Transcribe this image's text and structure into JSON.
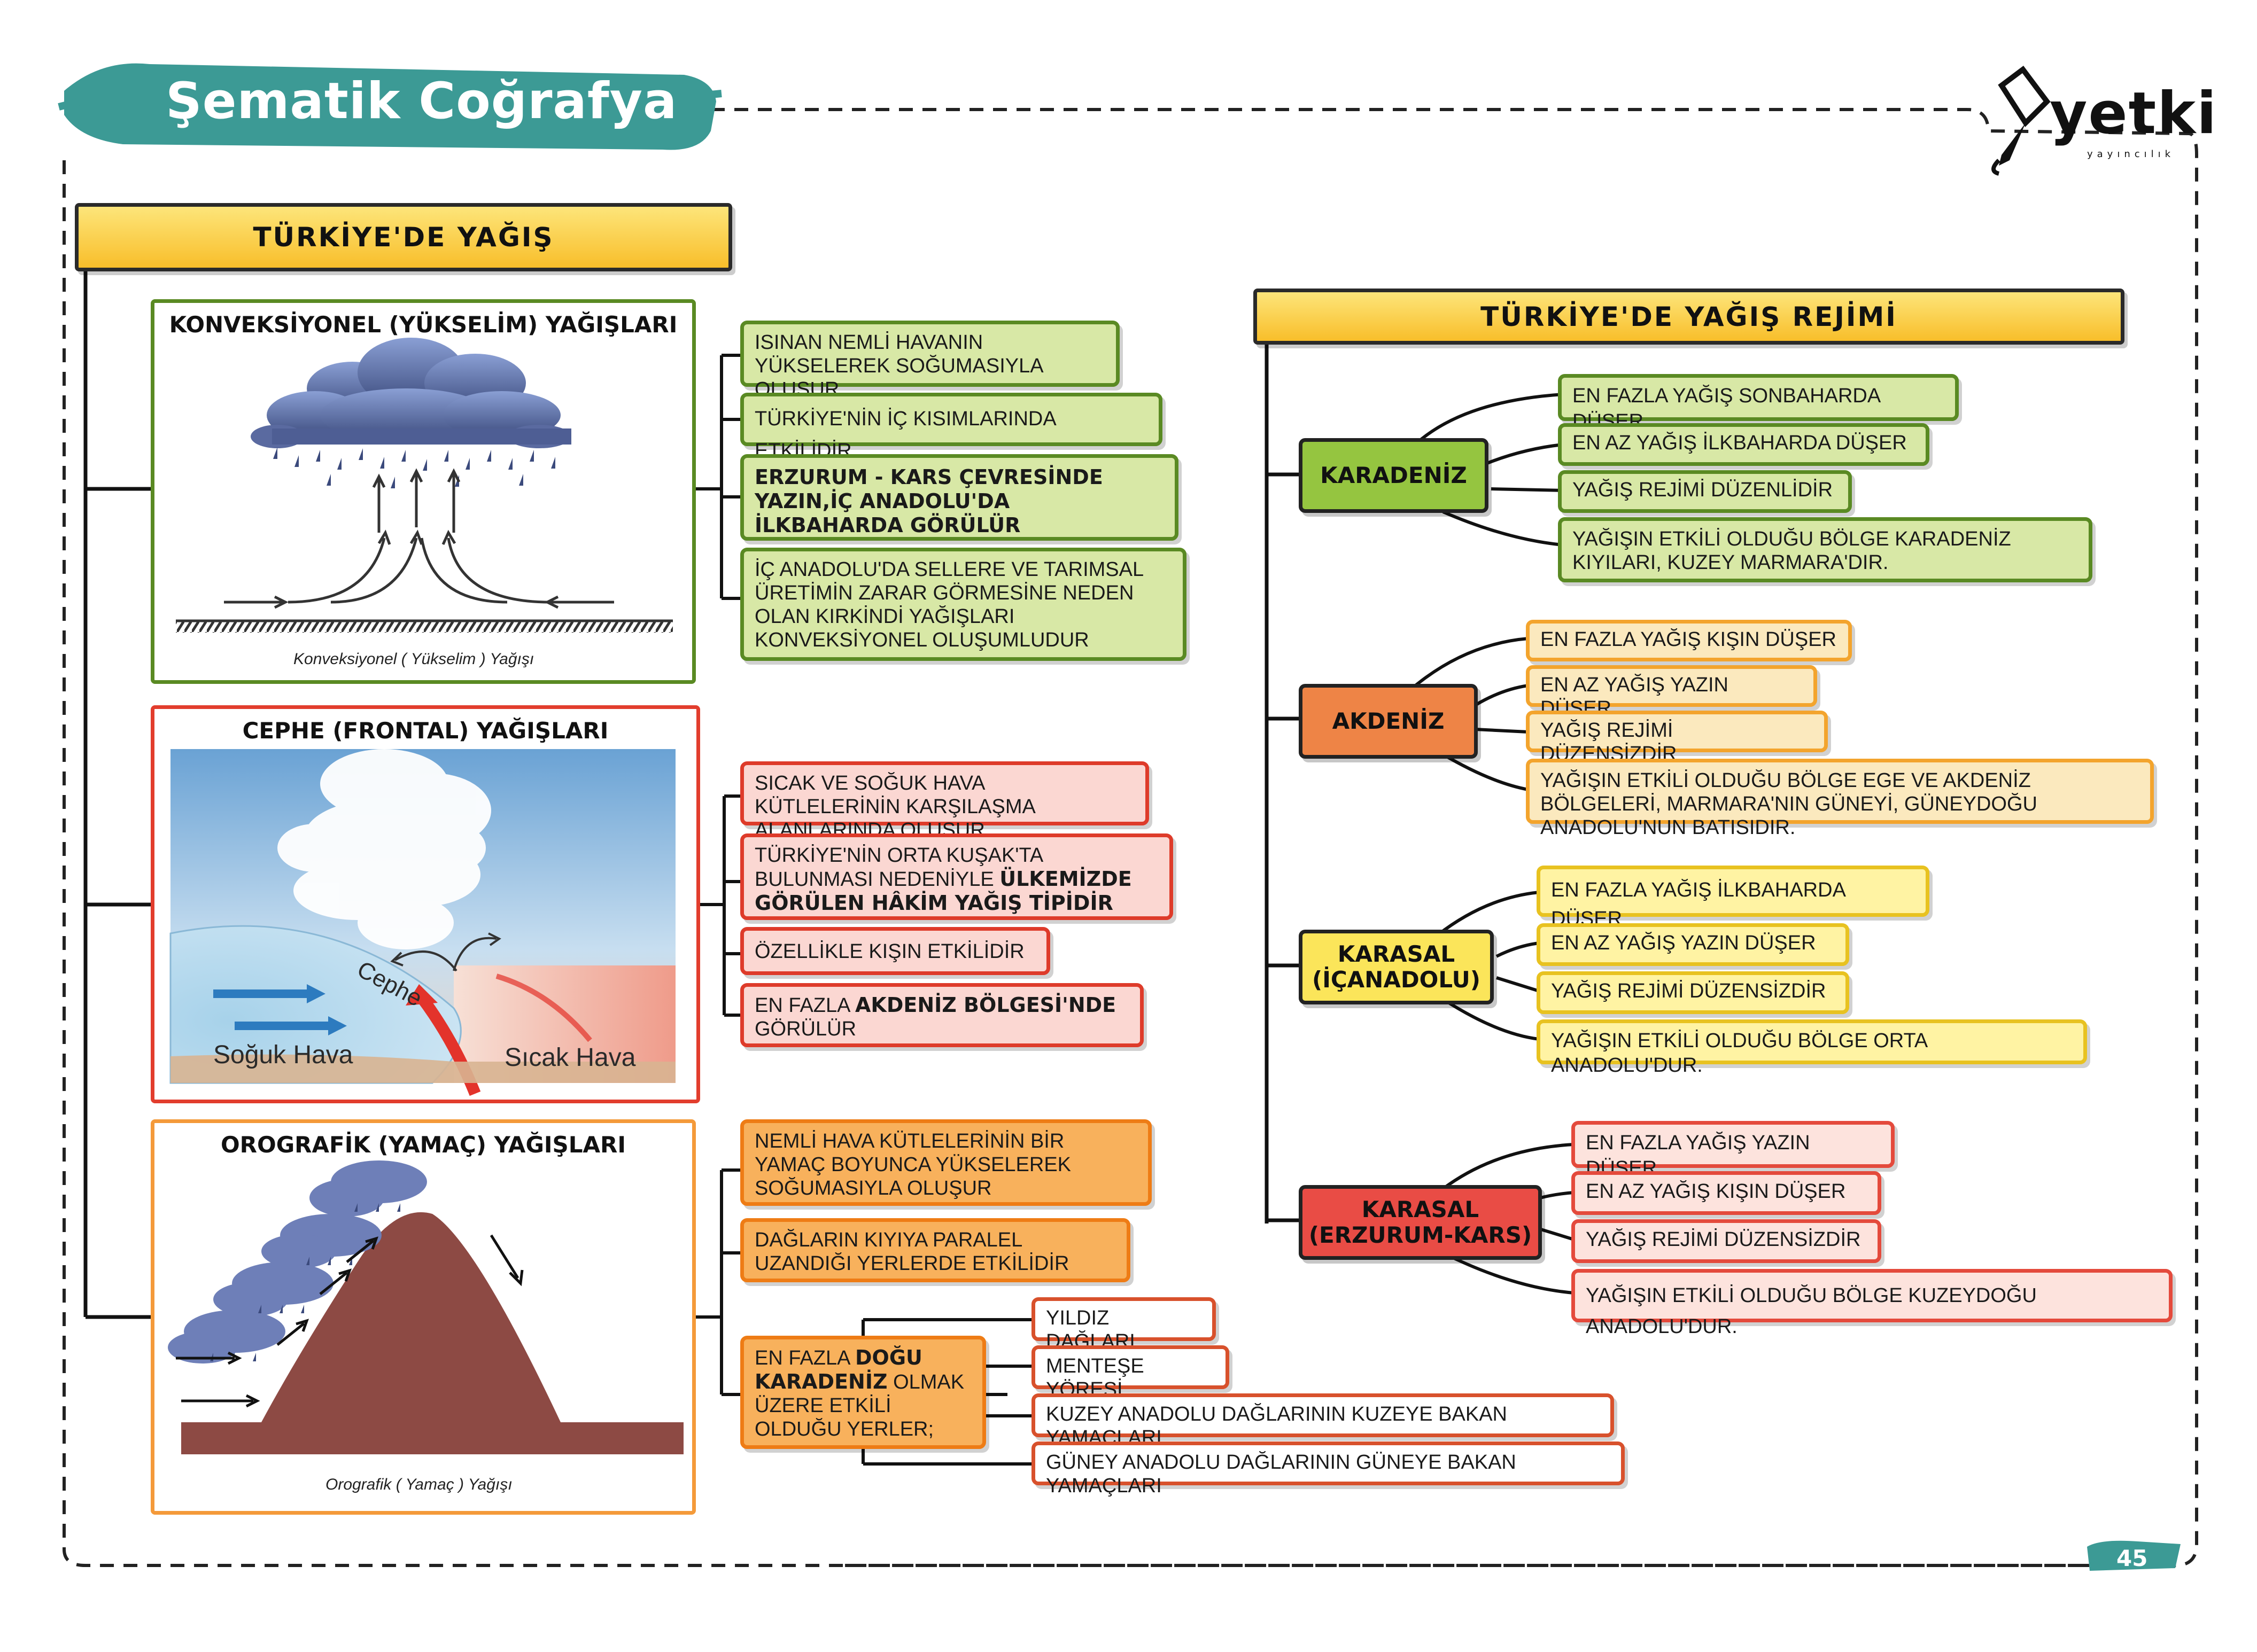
{
  "banner": {
    "title": "Şematik Coğrafya",
    "color": "#3c9a95"
  },
  "logo": {
    "name": "yetki",
    "sub": "yayıncılık"
  },
  "page_number": "45",
  "main_header": "TÜRKİYE'DE YAĞIŞ",
  "regime_header": "TÜRKİYE'DE YAĞIŞ REJİMİ",
  "convection": {
    "title": "KONVEKSİYONEL (YÜKSELİM) YAĞIŞLARI",
    "caption": "Konveksiyonel ( Yükselim ) Yağışı",
    "notes": [
      "ISINAN NEMLİ HAVANIN YÜKSELEREK SOĞUMASIYLA OLUŞUR",
      "TÜRKİYE'NİN İÇ KISIMLARINDA ETKİLİDİR",
      "ERZURUM - KARS ÇEVRESİNDE YAZIN,İÇ ANADOLU'DA İLKBAHARDA GÖRÜLÜR",
      "İÇ ANADOLU'DA SELLERE VE TARIMSAL ÜRETİMİN ZARAR GÖRMESİNE NEDEN OLAN KIRKİNDİ YAĞIŞLARI KONVEKSİYONEL OLUŞUMLUDUR"
    ]
  },
  "frontal": {
    "title": "CEPHE (FRONTAL) YAĞIŞLARI",
    "label_front": "Cephe",
    "label_cold": "Soğuk Hava",
    "label_warm": "Sıcak Hava",
    "note1": "SICAK VE SOĞUK HAVA KÜTLELERİNİN KARŞILAŞMA ALANLARINDA OLUŞUR",
    "note2_a": "TÜRKİYE'NİN ORTA KUŞAK'TA BULUNMASI NEDENİYLE ",
    "note2_b": "ÜLKEMİZDE GÖRÜLEN HÂKİM YAĞIŞ TİPİDİR",
    "note3": "ÖZELLİKLE KIŞIN ETKİLİDİR",
    "note4_a": "EN FAZLA ",
    "note4_b": "AKDENİZ BÖLGESİ'NDE",
    "note4_c": " GÖRÜLÜR"
  },
  "orographic": {
    "title": "OROGRAFİK (YAMAÇ) YAĞIŞLARI",
    "caption": "Orografik ( Yamaç ) Yağışı",
    "note1": "NEMLİ HAVA KÜTLELERİNİN BİR YAMAÇ BOYUNCA YÜKSELEREK SOĞUMASIYLA OLUŞUR",
    "note2": "DAĞLARIN KIYIYA PARALEL UZANDIĞI YERLERDE ETKİLİDİR",
    "note3_a": "EN FAZLA ",
    "note3_b": "DOĞU KARADENİZ",
    "note3_c": " OLMAK ÜZERE ETKİLİ OLDUĞU YERLER;",
    "places": [
      "YILDIZ DAĞLARI",
      "MENTEŞE YÖRESİ",
      "KUZEY ANADOLU DAĞLARININ KUZEYE BAKAN YAMAÇLARI",
      "GÜNEY ANADOLU DAĞLARININ GÜNEYE BAKAN YAMAÇLARI"
    ]
  },
  "regions": [
    {
      "name": "KARADENİZ",
      "color": "#95c540",
      "items": [
        "EN FAZLA YAĞIŞ SONBAHARDA DÜŞER",
        "EN AZ YAĞIŞ İLKBAHARDA DÜŞER",
        "YAĞIŞ REJİMİ DÜZENLİDİR",
        "YAĞIŞIN ETKİLİ OLDUĞU BÖLGE KARADENİZ KIYILARI, KUZEY MARMARA'DIR."
      ]
    },
    {
      "name": "AKDENİZ",
      "color": "#ee8446",
      "items": [
        "EN FAZLA YAĞIŞ KIŞIN DÜŞER",
        "EN AZ YAĞIŞ YAZIN DÜŞER",
        "YAĞIŞ REJİMİ DÜZENSİZDİR",
        "YAĞIŞIN ETKİLİ OLDUĞU BÖLGE EGE VE AKDENİZ BÖLGELERİ, MARMARA'NIN GÜNEYİ, GÜNEYDOĞU ANADOLU'NUN BATISIDIR."
      ]
    },
    {
      "name": "KARASAL\n(İÇANADOLU)",
      "color": "#fbe55a",
      "items": [
        "EN FAZLA YAĞIŞ İLKBAHARDA DÜŞER",
        "EN AZ YAĞIŞ YAZIN DÜŞER",
        "YAĞIŞ REJİMİ DÜZENSİZDİR",
        "YAĞIŞIN ETKİLİ OLDUĞU BÖLGE ORTA ANADOLU'DUR."
      ]
    },
    {
      "name": "KARASAL\n(ERZURUM-KARS)",
      "color": "#e94c45",
      "items": [
        "EN FAZLA YAĞIŞ YAZIN DÜŞER",
        "EN AZ YAĞIŞ KIŞIN DÜŞER",
        "YAĞIŞ REJİMİ DÜZENSİZDİR",
        "YAĞIŞIN ETKİLİ OLDUĞU BÖLGE KUZEYDOĞU ANADOLU'DUR."
      ]
    }
  ]
}
